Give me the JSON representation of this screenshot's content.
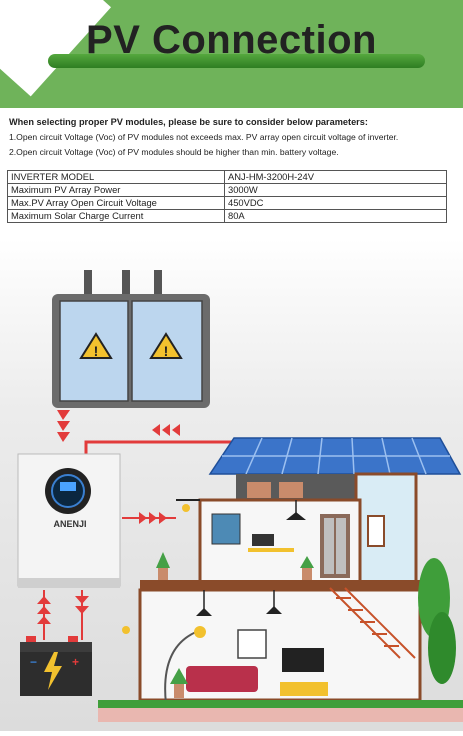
{
  "header": {
    "title": "PV Connection"
  },
  "notes": {
    "lead": "When selecting proper PV modules, please be sure to consider below parameters:",
    "item1": "1.Open circuit Voltage (Voc) of PV modules not exceeds max. PV array open circuit voltage of inverter.",
    "item2": "2.Open circuit Voltage (Voc) of PV modules should be higher than min. battery voltage."
  },
  "specs": [
    {
      "label": "INVERTER MODEL",
      "value": "ANJ-HM-3200H-24V"
    },
    {
      "label": "Maximum PV Array Power",
      "value": "3000W"
    },
    {
      "label": "Max.PV Array Open Circuit Voltage",
      "value": "450VDC"
    },
    {
      "label": "Maximum Solar Charge Current",
      "value": "80A"
    }
  ],
  "inverter": {
    "brand": "ANENJI"
  },
  "icons": [
    "warning-icon",
    "arrow-icon",
    "battery-icon",
    "lamp-icon",
    "solar-panel-icon"
  ],
  "colors": {
    "header_green": "#6fb35a",
    "bar_green": "#3a8d2c",
    "arrow_red": "#e23b3b",
    "roof_blue": "#3b74c9",
    "house_brown": "#8a4b2a"
  }
}
